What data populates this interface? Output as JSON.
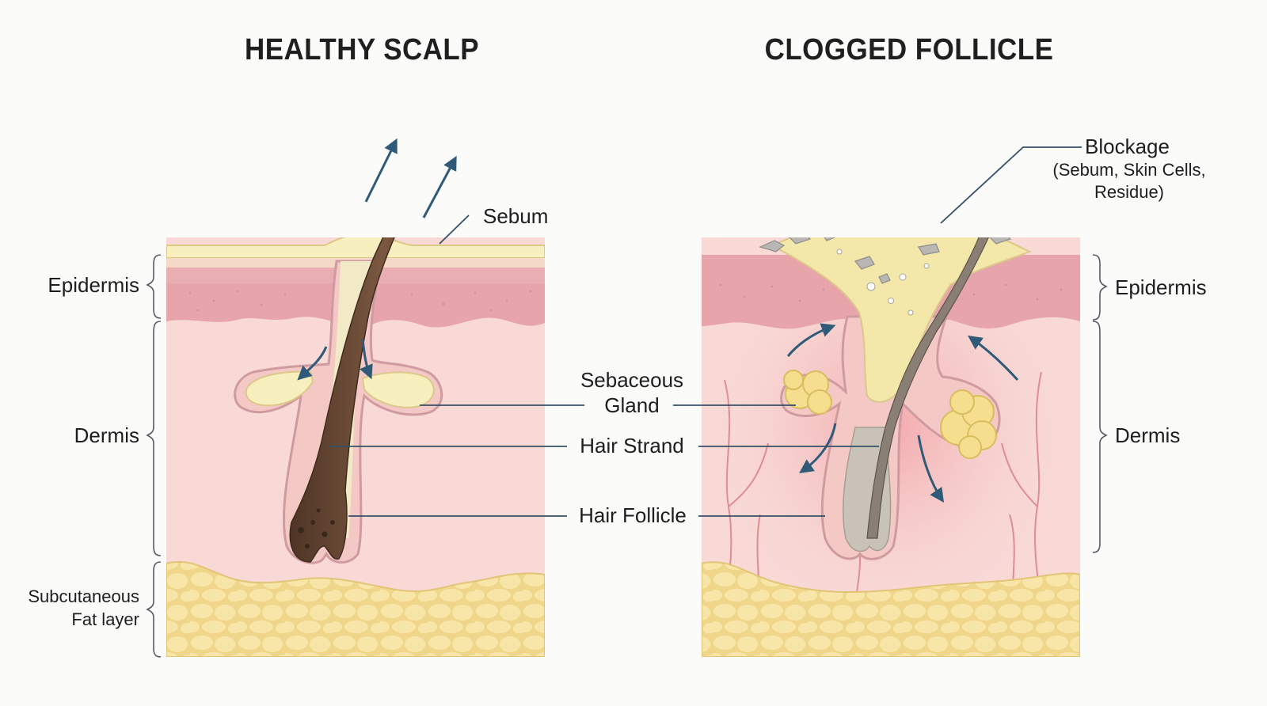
{
  "titles": {
    "left": "HEALTHY SCALP",
    "right": "CLOGGED FOLLICLE"
  },
  "left_labels": {
    "epidermis": "Epidermis",
    "dermis": "Dermis",
    "subcutaneous_line1": "Subcutaneous",
    "subcutaneous_line2": "Fat layer",
    "sebum": "Sebum"
  },
  "center_labels": {
    "sebaceous_line1": "Sebaceous",
    "sebaceous_line2": "Gland",
    "hair_strand": "Hair Strand",
    "hair_follicle": "Hair Follicle"
  },
  "right_labels": {
    "blockage": "Blockage",
    "blockage_detail_line1": "(Sebum, Skin Cells,",
    "blockage_detail_line2": "Residue)",
    "epidermis": "Epidermis",
    "dermis": "Dermis"
  },
  "colors": {
    "skin_pink": "#f7d6d3",
    "epidermis_rose": "#e8a7ad",
    "sebum_yellow": "#f7efbe",
    "fat_yellow": "#f5df9a",
    "hair_brown": "#6b4a38",
    "arrow_blue": "#2f5a78",
    "leader_line": "#35506a"
  }
}
